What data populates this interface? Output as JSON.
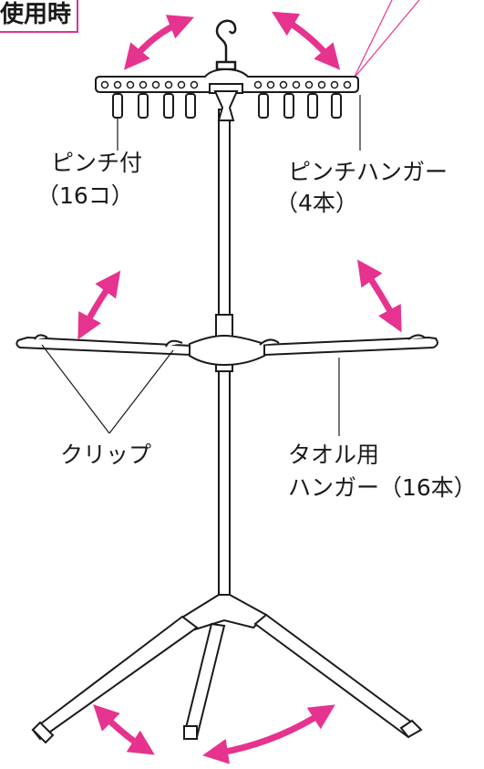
{
  "title": "使用時",
  "labels": {
    "pinch_with_line1": "ピンチ付",
    "pinch_with_line2": "（16コ）",
    "pinch_hanger_line1": "ピンチハンガー",
    "pinch_hanger_line2": "（4本）",
    "clip": "クリップ",
    "towel_hanger_line1": "タオル用",
    "towel_hanger_line2": "ハンガー（16本）"
  },
  "colors": {
    "arrow": "#e5338f",
    "line": "#1a1a1a",
    "callout_pink": "#e5338f"
  },
  "icons": [
    "double-headed-arrow",
    "hanger-hook",
    "clothes-pin",
    "tripod-leg"
  ]
}
